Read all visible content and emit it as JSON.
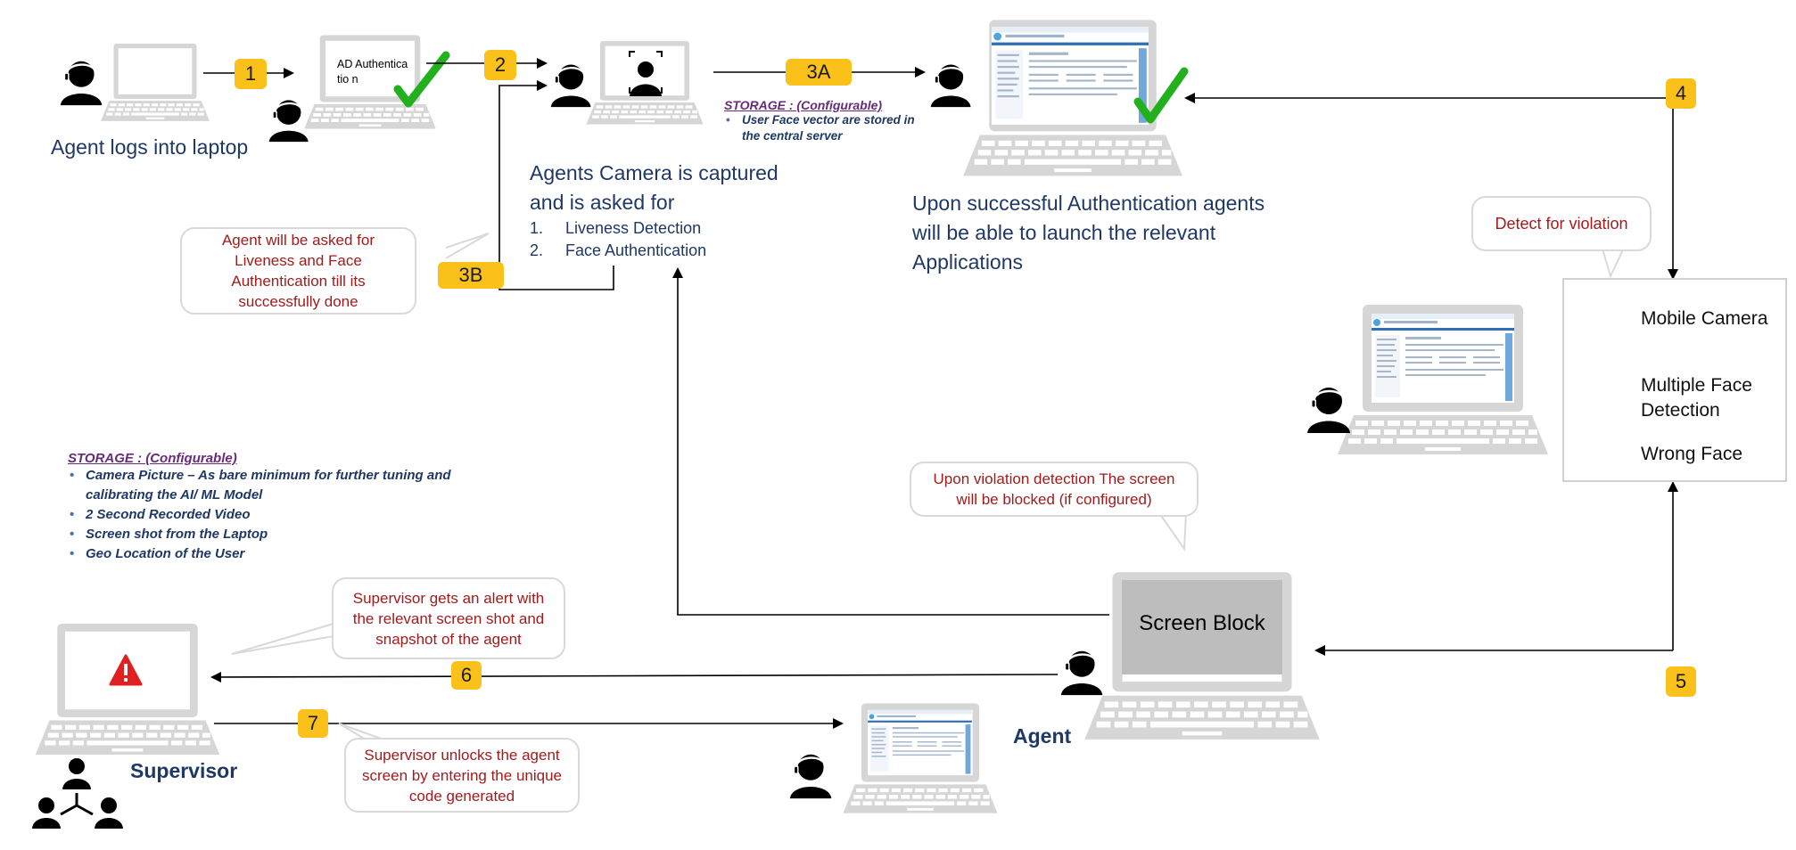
{
  "badges": {
    "b1": "1",
    "b2": "2",
    "b3a": "3A",
    "b3b": "3B",
    "b4": "4",
    "b5": "5",
    "b6": "6",
    "b7": "7"
  },
  "laptop1": {
    "caption": "Agent logs into laptop"
  },
  "laptop2": {
    "screen_text": "AD Authenticatio n"
  },
  "storage_top": {
    "title": "STORAGE : (Configurable)",
    "items": [
      "User Face vector are stored in the central server"
    ]
  },
  "camera": {
    "line1": "Agents Camera is captured",
    "line2": "and is asked for",
    "items": [
      "Liveness Detection",
      "Face Authentication"
    ],
    "numbers": [
      "1.",
      "2."
    ]
  },
  "success": {
    "line1": "Upon successful Authentication agents",
    "line2": "will be able to launch the relevant",
    "line3": "Applications"
  },
  "callout_3b": {
    "text": "Agent will be asked for Liveness and Face Authentication till its successfully done"
  },
  "callout_violation": {
    "text": "Detect for violation"
  },
  "legend": {
    "items": [
      "Mobile Camera",
      "Multiple Face Detection",
      "Wrong Face"
    ]
  },
  "storage_bottom": {
    "title": "STORAGE : (Configurable)",
    "items": [
      "Camera Picture – As bare minimum for further tuning and calibrating the AI/ ML Model",
      "2 Second Recorded Video",
      "Screen shot from the Laptop",
      "Geo Location of the User"
    ]
  },
  "callout_block": {
    "text": "Upon violation detection The screen will be blocked (if configured)"
  },
  "screen_block": {
    "label": "Screen Block"
  },
  "callout_alert": {
    "text": "Supervisor gets an alert with the relevant screen shot and snapshot of the agent"
  },
  "callout_unlock": {
    "text": "Supervisor unlocks the agent screen by entering the unique code generated"
  },
  "labels": {
    "agent": "Agent",
    "supervisor": "Supervisor"
  },
  "colors": {
    "badge": "#F9C11A",
    "navy": "#1F3864",
    "red_text": "#A01C1C",
    "check": "#22B01F",
    "laptop": "#D8D8D8"
  },
  "icons": {
    "agent": "headset-agent-icon",
    "check": "check-mark-icon",
    "warning": "warning-icon",
    "mobile": "mobile-camera-icon",
    "multiface": "multiple-face-icon",
    "wrongface": "wrong-face-icon",
    "hierarchy": "supervisor-hierarchy-icon",
    "face": "face-scan-icon"
  }
}
